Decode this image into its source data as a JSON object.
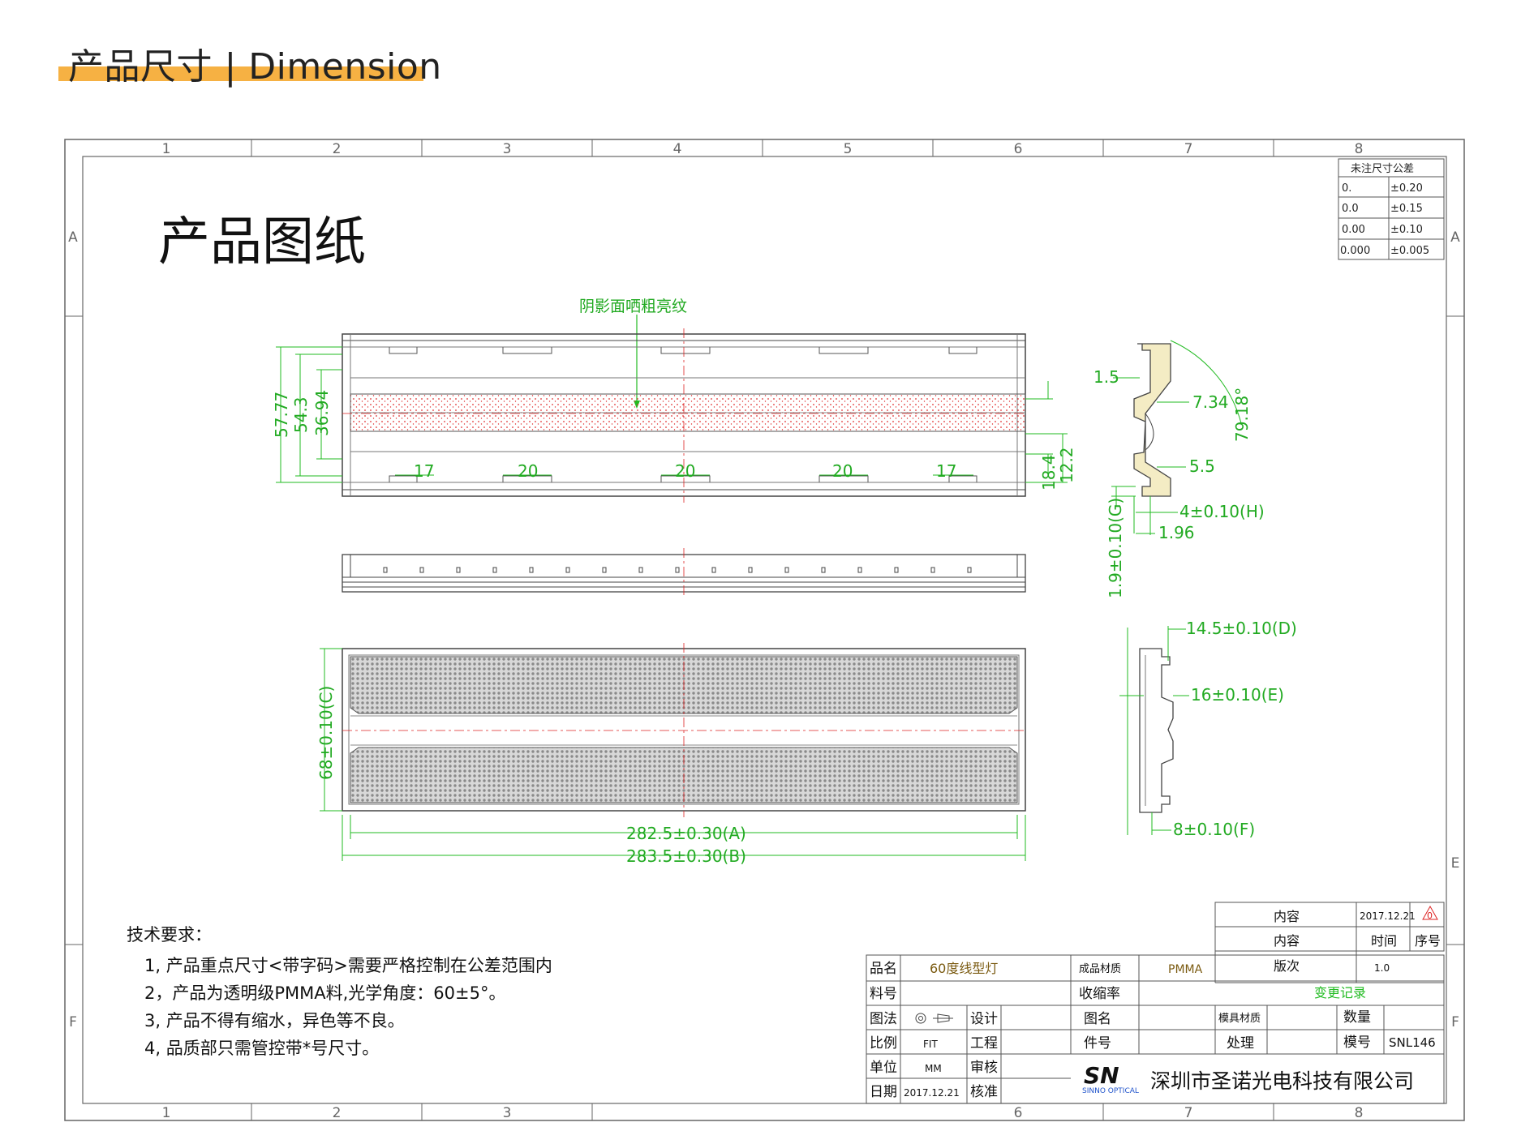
{
  "header": {
    "title": "产品尺寸 | Dimension"
  },
  "colors": {
    "accent": "#f6b143",
    "dimension": "#22bb22",
    "centerline": "#dd2222",
    "frame": "#555555",
    "part_fill": "#f4ecc4"
  },
  "border": {
    "columns": [
      "1",
      "2",
      "3",
      "4",
      "5",
      "6",
      "7",
      "8"
    ],
    "rows_left": [
      "A",
      "F"
    ],
    "rows_right": [
      "A",
      "E",
      "F"
    ],
    "bottom_columns": [
      "1",
      "2",
      "3",
      "6",
      "7",
      "8"
    ]
  },
  "drawing_title": "产品图纸",
  "tolerance_table": {
    "title": "未注尺寸公差",
    "rows": [
      {
        "format": "0.",
        "tol": "±0.20"
      },
      {
        "format": "0.0",
        "tol": "±0.15"
      },
      {
        "format": "0.00",
        "tol": "±0.10"
      },
      {
        "format": "0.000",
        "tol": "±0.005"
      }
    ]
  },
  "annotations": {
    "texture_note": "阴影面哂粗亮纹"
  },
  "dims": {
    "top_view_vertical": [
      "57.77",
      "54.3",
      "36.94"
    ],
    "top_view_right": [
      "18.4",
      "12.2"
    ],
    "top_view_spacing": [
      "17",
      "20",
      "20",
      "20",
      "17"
    ],
    "section_1": [
      "1.5",
      "7.34",
      "79.18°",
      "5.5",
      "4±0.10(H)",
      "1.96",
      "1.9±0.10(G)"
    ],
    "bottom_view": [
      "68±0.10(C)",
      "282.5±0.30(A)",
      "283.5±0.30(B)"
    ],
    "section_2": [
      "14.5±0.10(D)",
      "16±0.10(E)",
      "8±0.10(F)"
    ]
  },
  "tech_requirements": {
    "title": "技术要求：",
    "items": [
      "1, 产品重点尺寸<带字码>需要严格控制在公差范围内",
      "2，产品为透明级PMMA料,光学角度：60±5°。",
      "3, 产品不得有缩水，异色等不良。",
      "4, 品质部只需管控带*号尺寸。"
    ]
  },
  "revision": {
    "content_label": "内容",
    "date": "2017.12.21",
    "rev_mark": "0",
    "header": {
      "content": "内容",
      "time": "时间",
      "seq": "序号"
    },
    "version_label": "版次",
    "version": "1.0",
    "change_record": "变更记录"
  },
  "title_block": {
    "product_name_label": "品名",
    "product_name": "60度线型灯",
    "material_label": "成品材质",
    "material": "PMMA",
    "part_no_label": "料号",
    "shrink_label": "收缩率",
    "projection_label": "图法",
    "design_label": "设计",
    "drawing_name_label": "图名",
    "mold_material_label": "模具材质",
    "quantity_label": "数量",
    "scale_label": "比例",
    "scale": "FIT",
    "engineering_label": "工程",
    "piece_no_label": "件号",
    "process_label": "处理",
    "model_label": "模号",
    "model": "SNL146",
    "unit_label": "单位",
    "unit": "MM",
    "review_label": "审核",
    "date_label": "日期",
    "date": "2017.12.21",
    "approve_label": "核准",
    "logo": "SN",
    "logo_sub": "SINNO OPTICAL",
    "company": "深圳市圣诺光电科技有限公司"
  }
}
